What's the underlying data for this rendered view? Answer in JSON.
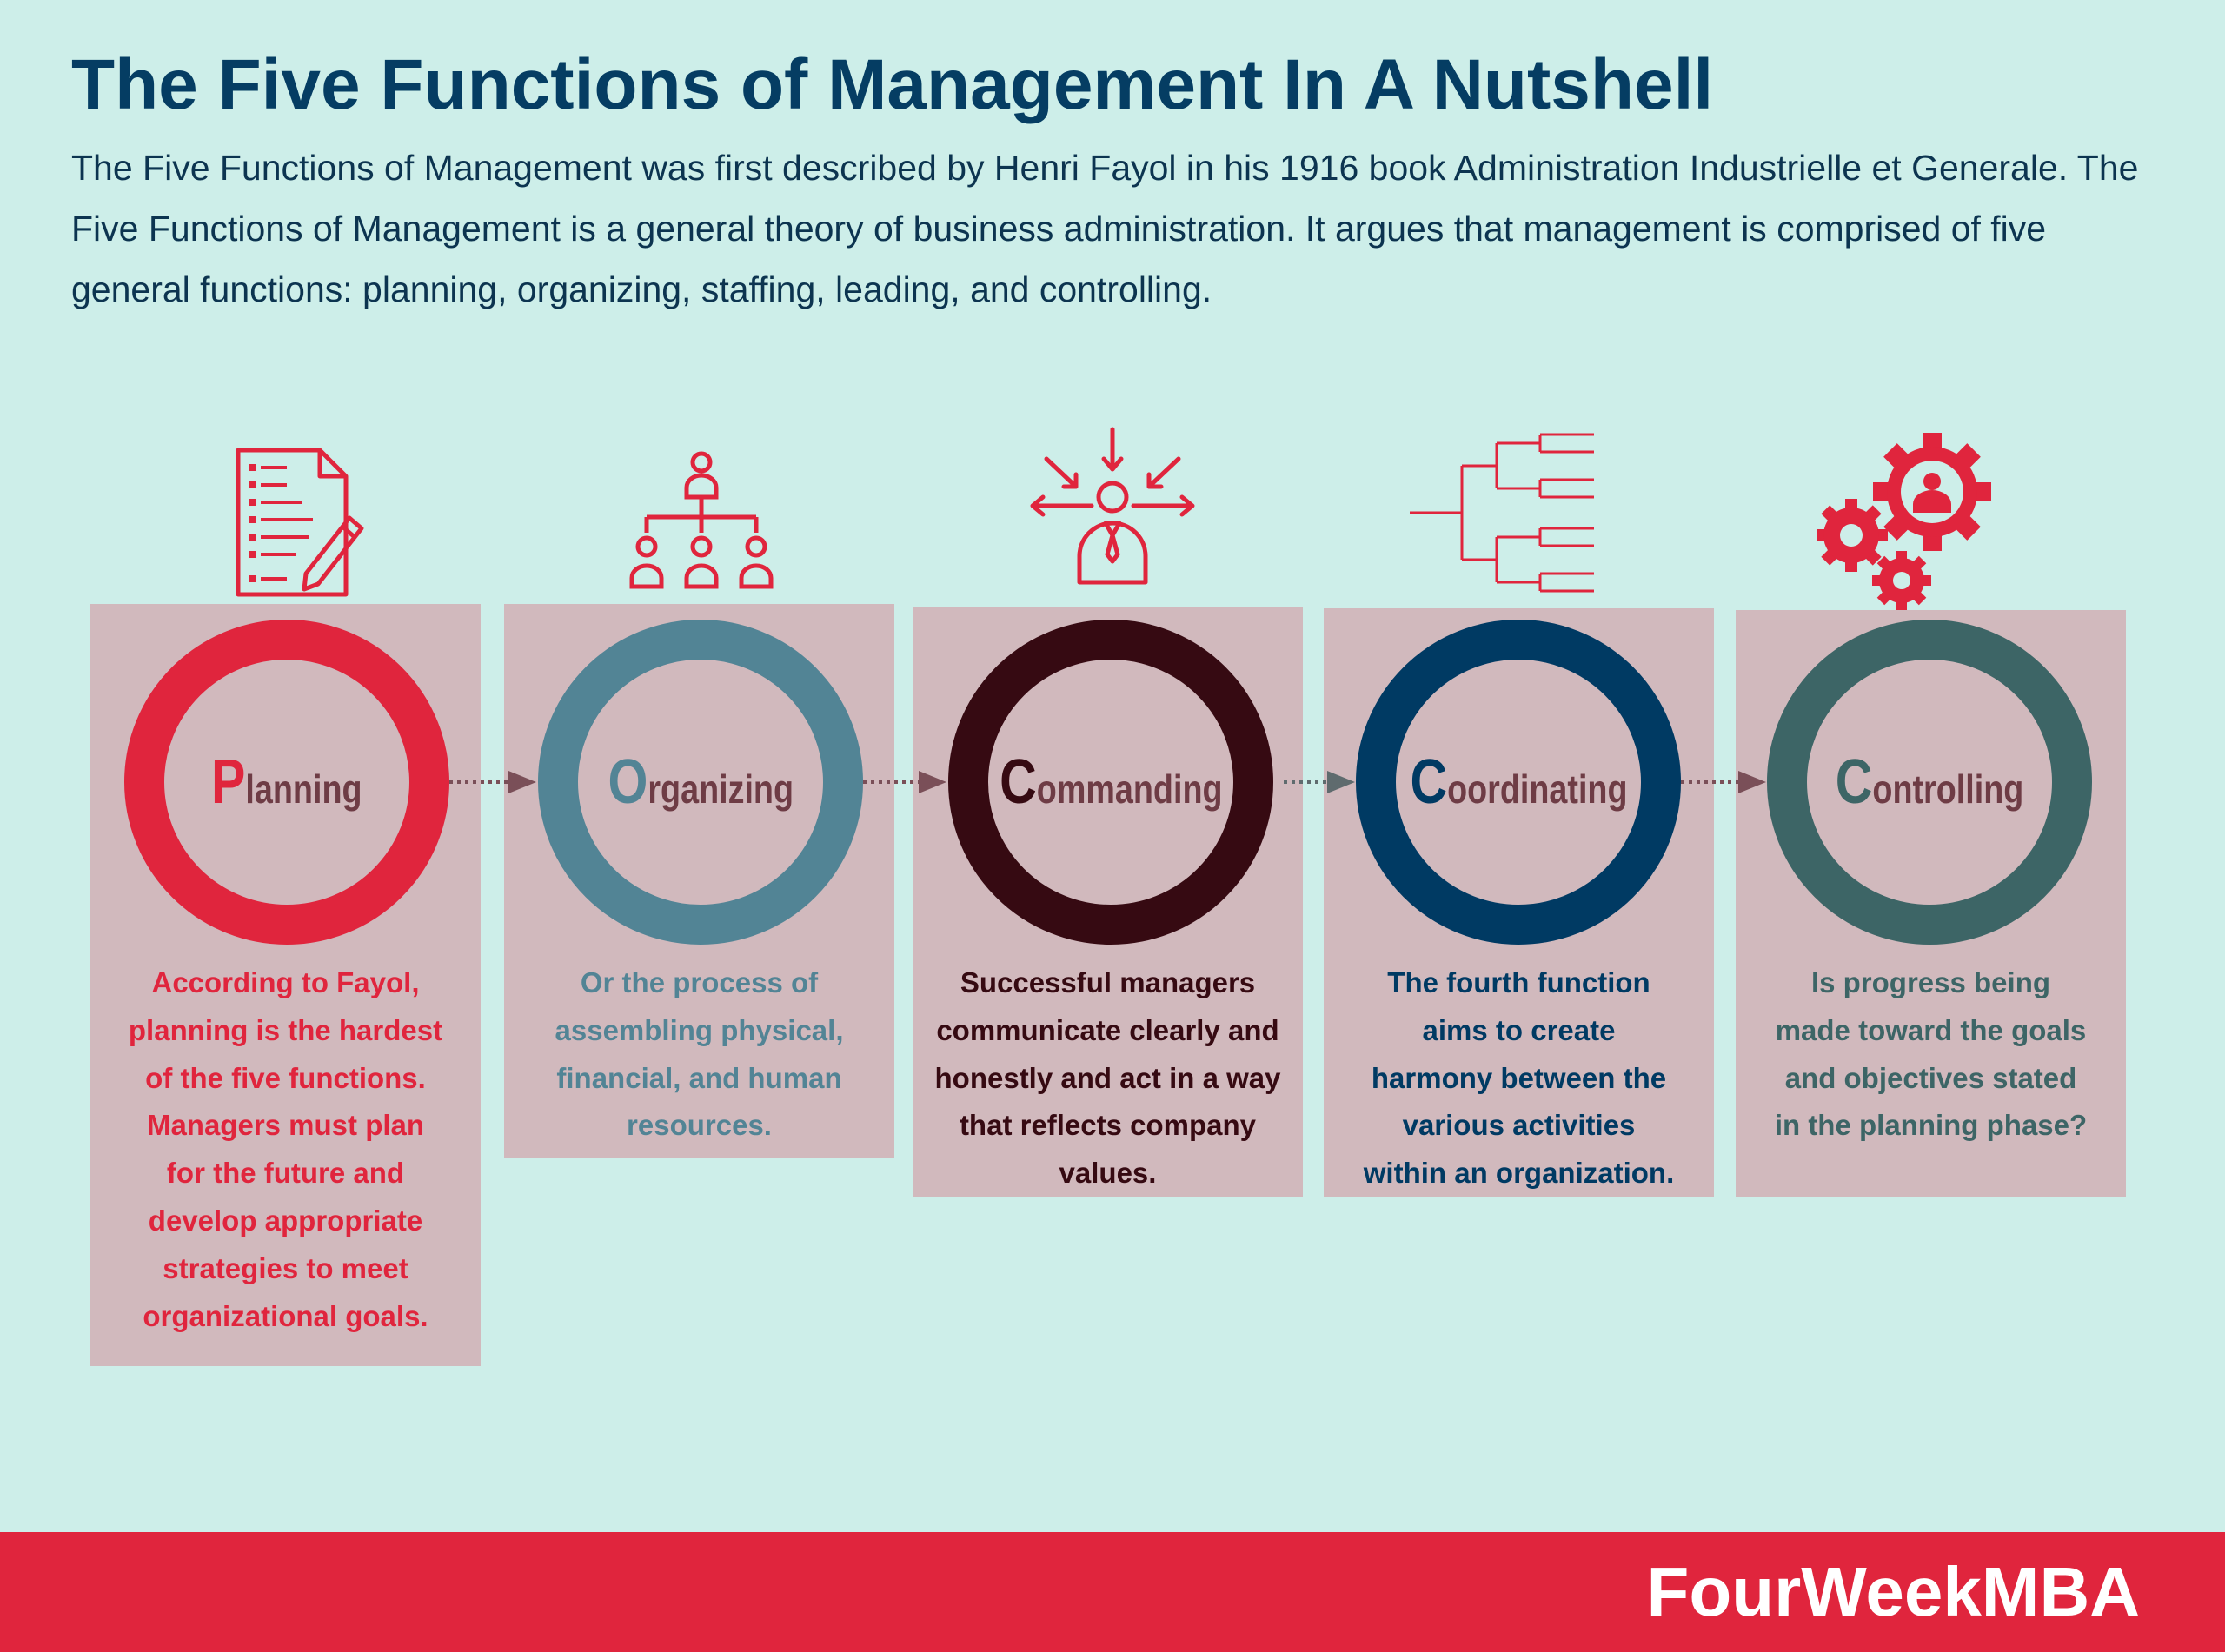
{
  "header": {
    "title": "The Five Functions of Management In A Nutshell",
    "intro": "The Five Functions of Management was first described by Henri Fayol in his 1916 book Administration Industrielle et Generale. The Five Functions of Management is a general theory of business administration. It argues that management is comprised of five general functions: planning, organizing, staffing, leading, and controlling."
  },
  "functions": [
    {
      "initial": "P",
      "rest": "lanning",
      "color": "#e0253d",
      "icon": "document-pencil-icon",
      "description": "According to Fayol,\nplanning is the hardest\nof the five functions.\nManagers must plan\nfor the future and\ndevelop appropriate\nstrategies to meet\norganizational goals."
    },
    {
      "initial": "O",
      "rest": "rganizing",
      "color": "#528495",
      "icon": "org-chart-icon",
      "description": "Or the process of\nassembling physical,\nfinancial, and human\nresources."
    },
    {
      "initial": "C",
      "rest": "ommanding",
      "color": "#360a12",
      "icon": "leader-arrows-icon",
      "description": "Successful managers\ncommunicate clearly and\nhonestly and act in a way\nthat reflects company\nvalues."
    },
    {
      "initial": "C",
      "rest": "oordinating",
      "color": "#003a63",
      "icon": "bracket-tree-icon",
      "description": "The fourth function\naims to create\nharmony between the\nvarious activities\nwithin an organization."
    },
    {
      "initial": "C",
      "rest": "ontrolling",
      "color": "#3d6566",
      "icon": "gears-person-icon",
      "description": "Is progress being\nmade toward the goals\nand objectives stated\nin the planning phase?"
    }
  ],
  "colors": {
    "background": "#cdeee9",
    "panel": "#d1b9bd",
    "title": "#053d63",
    "footer": "#e0253d",
    "label": "#6e3c45",
    "arrow": "#7a4f58"
  },
  "footer": {
    "brand": "FourWeekMBA"
  }
}
